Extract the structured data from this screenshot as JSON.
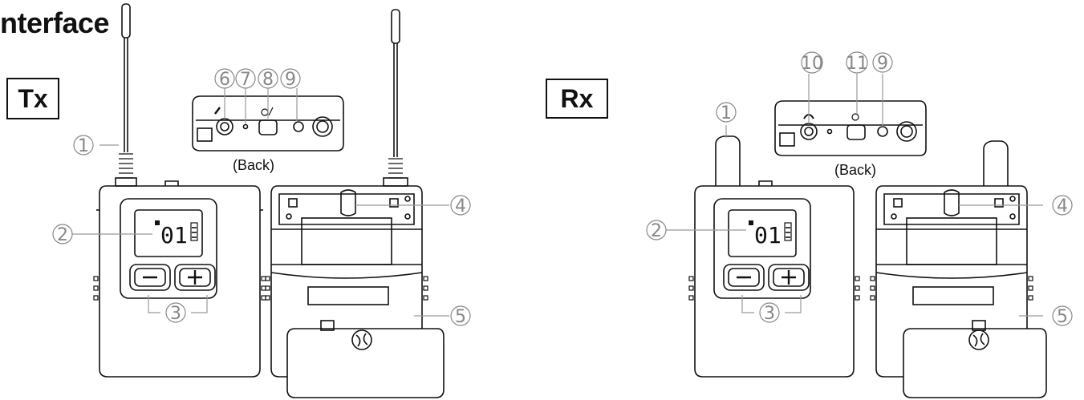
{
  "title": "nterface",
  "tx": {
    "label": "Tx",
    "back_caption": "(Back)",
    "lcd_text": "01",
    "top_callouts": [
      "6",
      "7",
      "8",
      "9"
    ],
    "callouts": {
      "antenna": "1",
      "display": "2",
      "buttons": "3",
      "clip": "4",
      "battery_door": "5"
    },
    "buttons": [
      "−",
      "+"
    ]
  },
  "rx": {
    "label": "Rx",
    "back_caption": "(Back)",
    "lcd_text": "01",
    "top_callouts": [
      "10",
      "11",
      "9"
    ],
    "callouts": {
      "antenna": "1",
      "display": "2",
      "buttons": "3",
      "clip": "4",
      "battery_door": "5"
    },
    "buttons": [
      "−",
      "+"
    ]
  }
}
